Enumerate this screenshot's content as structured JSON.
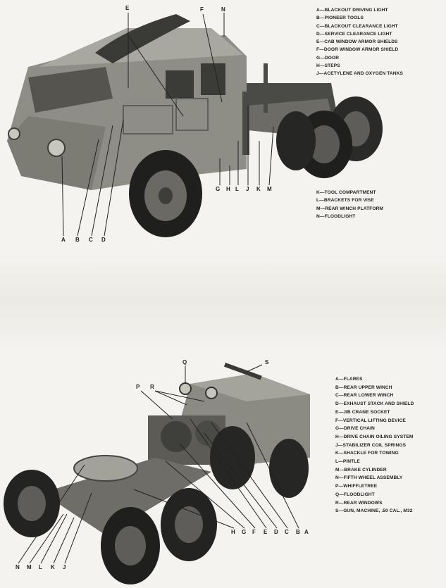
{
  "figure1": {
    "legend_top": [
      {
        "key": "A",
        "text": "BLACKOUT DRIVING LIGHT"
      },
      {
        "key": "B",
        "text": "PIONEER TOOLS"
      },
      {
        "key": "C",
        "text": "BLACKOUT CLEARANCE LIGHT"
      },
      {
        "key": "D",
        "text": "SERVICE CLEARANCE LIGHT"
      },
      {
        "key": "E",
        "text": "CAB WINDOW ARMOR SHIELDS"
      },
      {
        "key": "F",
        "text": "DOOR WINDOW ARMOR SHIELD"
      },
      {
        "key": "G",
        "text": "DOOR"
      },
      {
        "key": "H",
        "text": "STEPS"
      },
      {
        "key": "J",
        "text": "ACETYLENE AND OXYGEN TANKS"
      }
    ],
    "legend_bottom": [
      {
        "key": "K",
        "text": "TOOL COMPARTMENT"
      },
      {
        "key": "L",
        "text": "BRACKETS FOR VISE"
      },
      {
        "key": "M",
        "text": "REAR WINCH PLATFORM"
      },
      {
        "key": "N",
        "text": "FLOODLIGHT"
      }
    ],
    "callouts": {
      "E": "E",
      "F": "F",
      "N": "N",
      "A": "A",
      "B": "B",
      "C": "C",
      "D": "D",
      "G": "G",
      "H": "H",
      "L": "L",
      "J": "J",
      "K": "K",
      "M": "M"
    }
  },
  "figure2": {
    "legend": [
      {
        "key": "A",
        "text": "FLARES"
      },
      {
        "key": "B",
        "text": "REAR UPPER WINCH"
      },
      {
        "key": "C",
        "text": "REAR LOWER WINCH"
      },
      {
        "key": "D",
        "text": "EXHAUST STACK AND SHIELD"
      },
      {
        "key": "E",
        "text": "JIB CRANE SOCKET"
      },
      {
        "key": "F",
        "text": "VERTICAL LIFTING DEVICE"
      },
      {
        "key": "G",
        "text": "DRIVE CHAIN"
      },
      {
        "key": "H",
        "text": "DRIVE CHAIN OILING SYSTEM"
      },
      {
        "key": "J",
        "text": "STABILIZER COIL SPRINGS"
      },
      {
        "key": "K",
        "text": "SHACKLE FOR TOWING"
      },
      {
        "key": "L",
        "text": "PINTLE"
      },
      {
        "key": "M",
        "text": "BRAKE CYLINDER"
      },
      {
        "key": "N",
        "text": "FIFTH WHEEL ASSEMBLY"
      },
      {
        "key": "P",
        "text": "WHIFFLETREE"
      },
      {
        "key": "Q",
        "text": "FLOODLIGHT"
      },
      {
        "key": "R",
        "text": "REAR WINDOWS"
      },
      {
        "key": "S",
        "text": "GUN, MACHINE, .50 CAL., M32"
      }
    ],
    "callouts": {
      "Q": "Q",
      "S": "S",
      "P": "P",
      "R": "R",
      "H": "H",
      "G": "G",
      "F": "F",
      "E": "E",
      "D": "D",
      "C": "C",
      "B": "B",
      "A": "A",
      "N": "N",
      "M": "M",
      "L": "L",
      "K": "K",
      "J": "J"
    }
  },
  "separator": "—"
}
